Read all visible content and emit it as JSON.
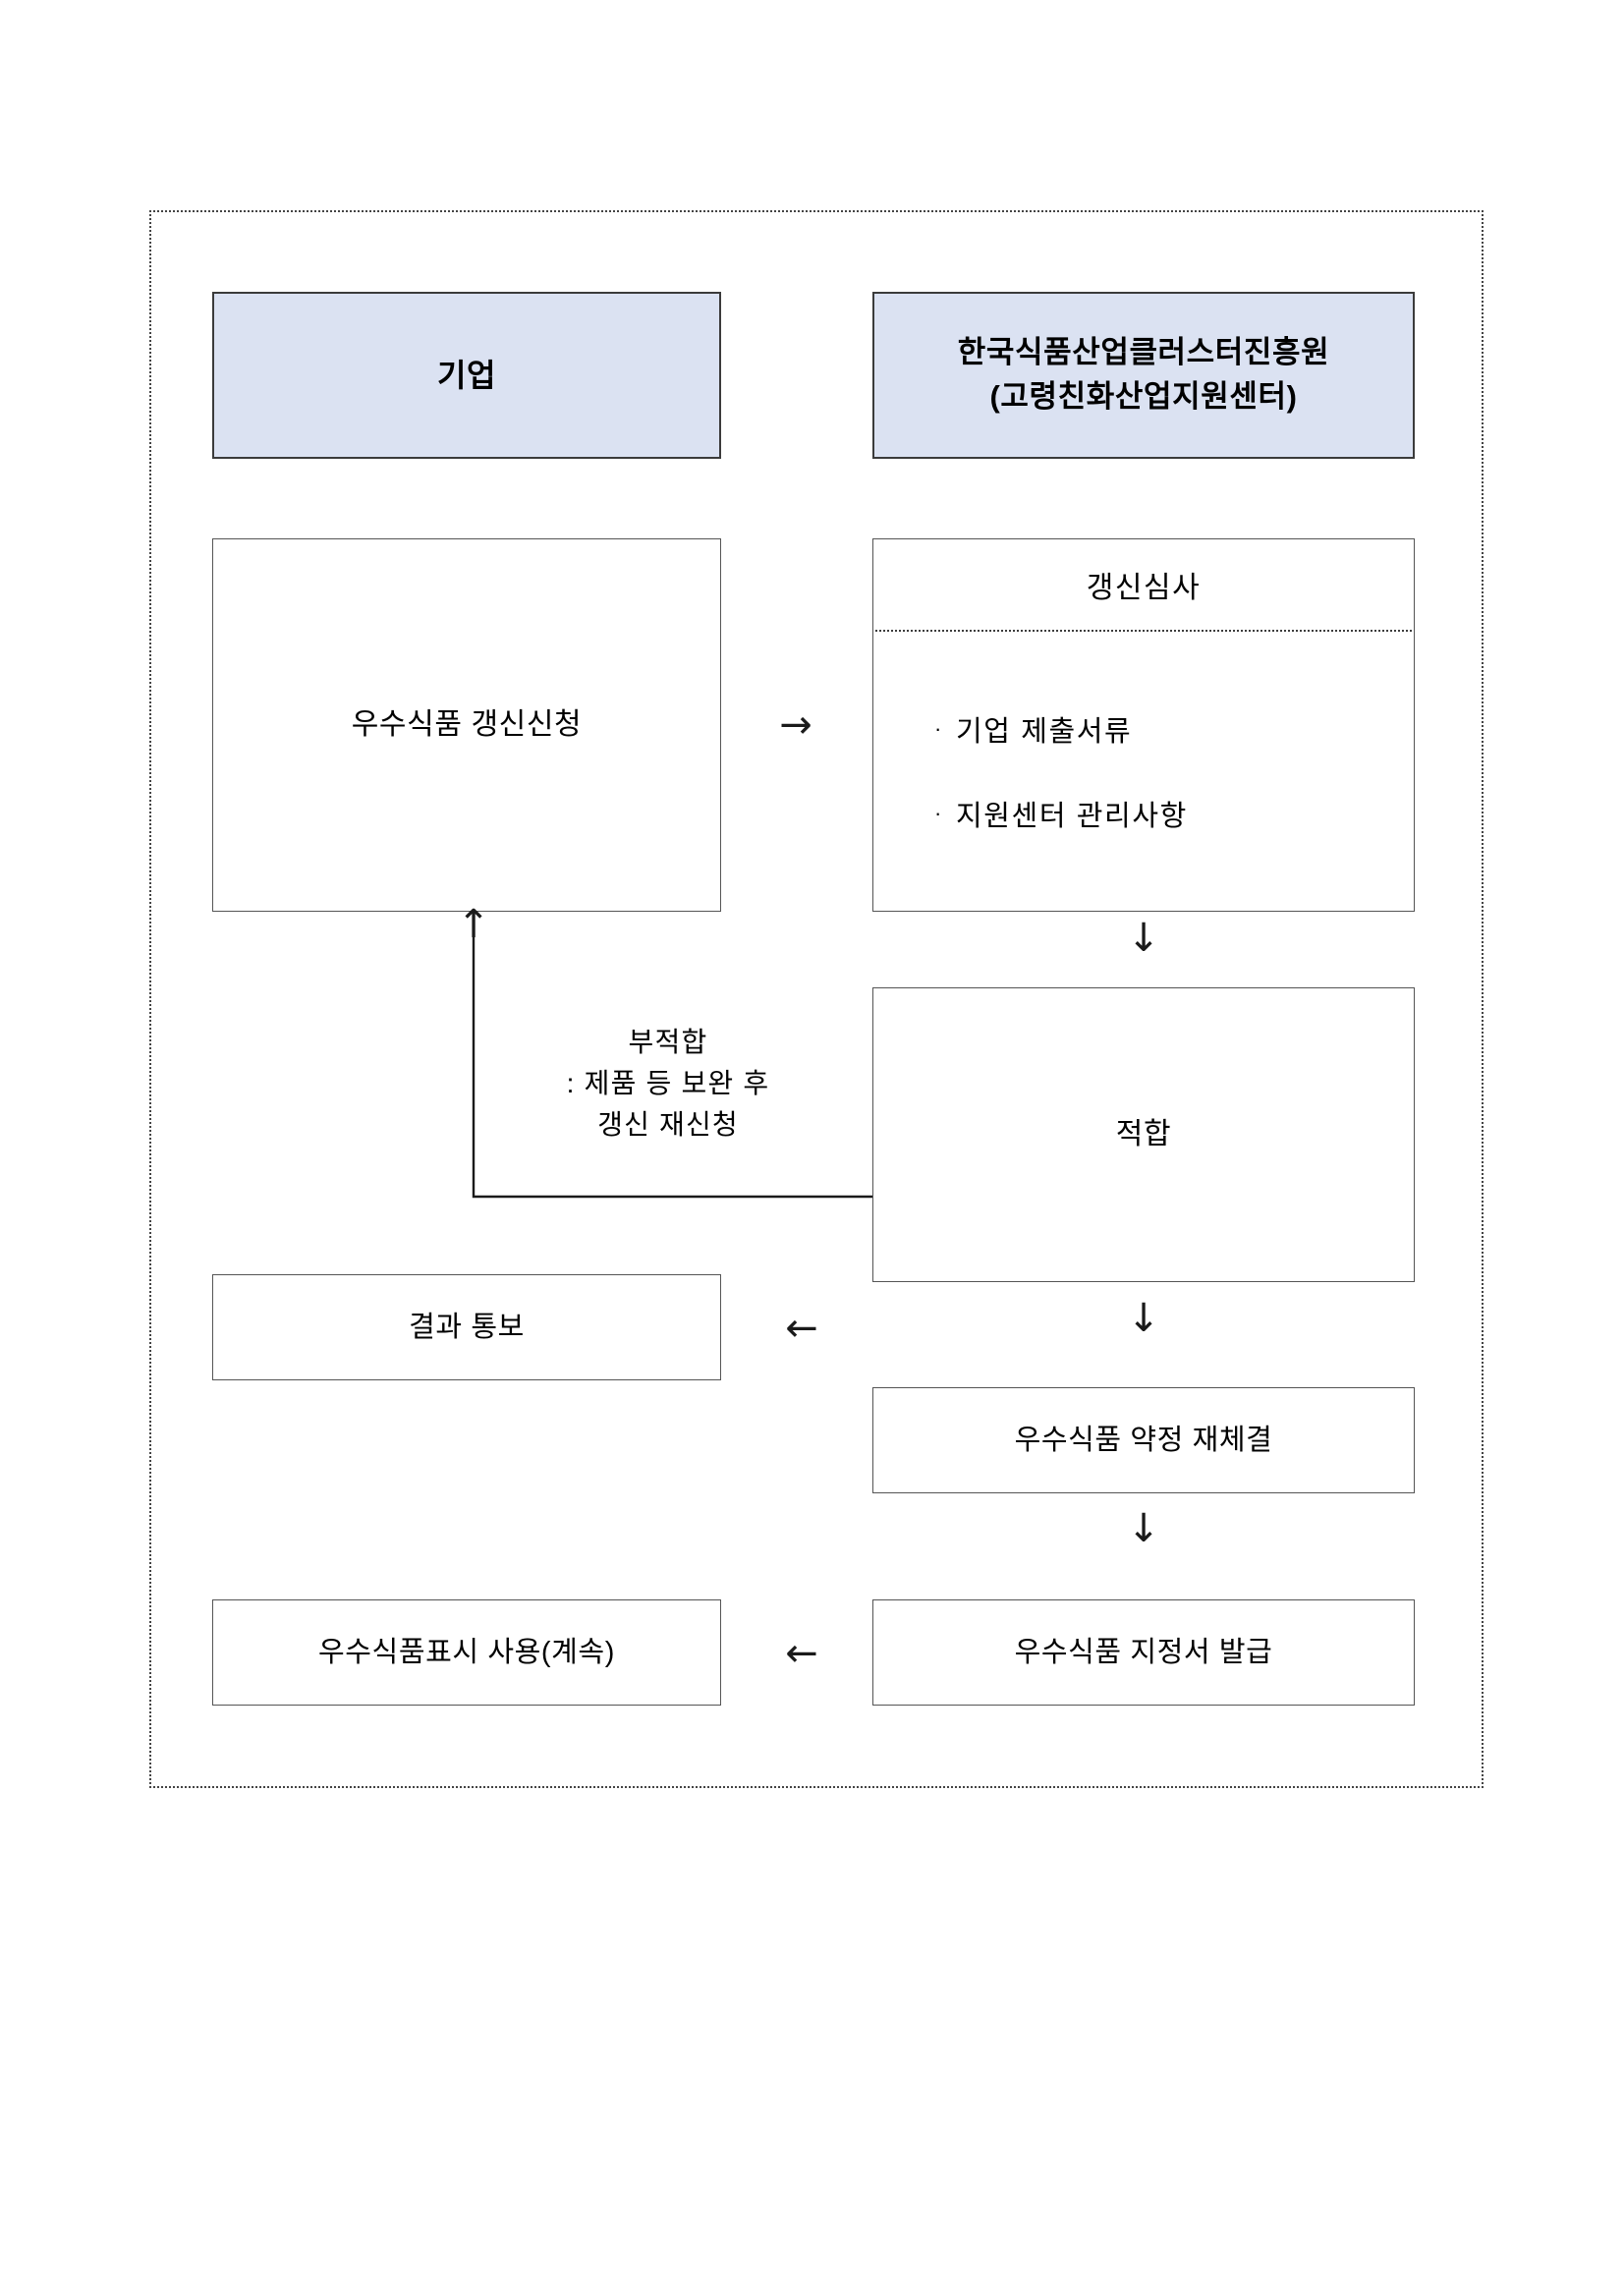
{
  "diagram": {
    "columns": [
      {
        "id": "company",
        "header": "기업"
      },
      {
        "id": "agency",
        "header_line1": "한국식품산업클러스터진흥원",
        "header_line2": "(고령친화산업지원센터)"
      }
    ],
    "nodes": {
      "apply": "우수식품 갱신신청",
      "review_title": "갱신심사",
      "review_items": [
        "기업 제출서류",
        "지원센터 관리사항"
      ],
      "bullet_glyph": "·",
      "pass": "적합",
      "notify": "결과 통보",
      "reagreement": "우수식품 약정 재체결",
      "label_use": "우수식품표시 사용(계속)",
      "certificate": "우수식품 지정서 발급"
    },
    "loop_caption": {
      "line1": "부적합",
      "line2": ": 제품 등 보완 후",
      "line3": "갱신 재신청"
    },
    "arrows": {
      "right": "→",
      "left": "←",
      "down": "↓",
      "up": "↑"
    },
    "colors": {
      "header_fill": "#dbe2f2",
      "header_border": "#3b3b3b",
      "box_border": "#555555",
      "frame_border": "#444444",
      "text": "#000000"
    }
  }
}
